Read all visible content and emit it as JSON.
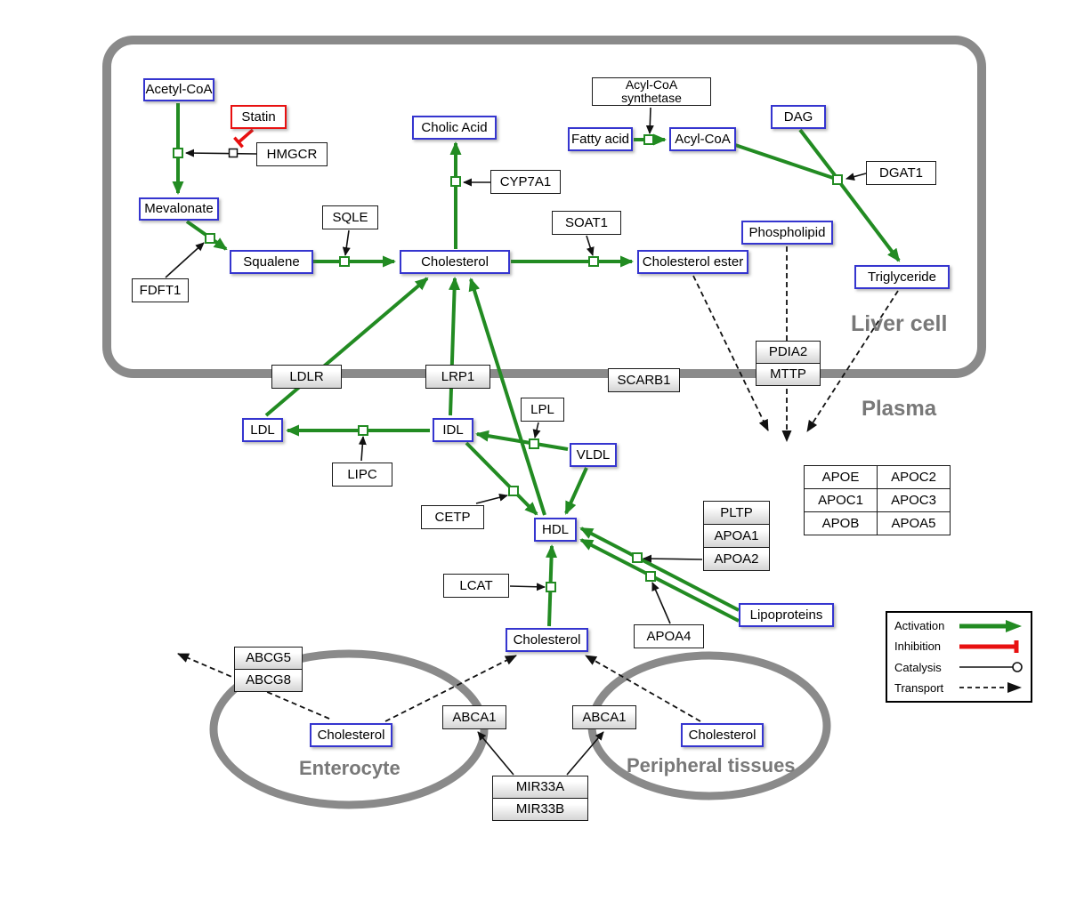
{
  "compartments": {
    "liver_cell": "Liver cell",
    "plasma": "Plasma",
    "enterocyte": "Enterocyte",
    "peripheral_tissues": "Peripheral tissues"
  },
  "nodes": {
    "acetyl_coa": "Acetyl-CoA",
    "statin": "Statin",
    "hmgcr": "HMGCR",
    "mevalonate": "Mevalonate",
    "fdft1": "FDFT1",
    "squalene": "Squalene",
    "sqle": "SQLE",
    "cholesterol_liver": "Cholesterol",
    "cholic_acid": "Cholic Acid",
    "cyp7a1": "CYP7A1",
    "soat1": "SOAT1",
    "cholesterol_ester": "Cholesterol ester",
    "acyl_coa_synthetase": "Acyl-CoA synthetase",
    "fatty_acid": "Fatty acid",
    "acyl_coa": "Acyl-CoA",
    "dag": "DAG",
    "dgat1": "DGAT1",
    "phospholipid": "Phospholipid",
    "triglyceride": "Triglyceride",
    "ldlr": "LDLR",
    "lrp1": "LRP1",
    "scarb1": "SCARB1",
    "pdia2": "PDIA2",
    "mttp": "MTTP",
    "ldl": "LDL",
    "idl": "IDL",
    "lipc": "LIPC",
    "lpl": "LPL",
    "vldl": "VLDL",
    "cetp": "CETP",
    "hdl": "HDL",
    "lcat": "LCAT",
    "pltp": "PLTP",
    "apoa1": "APOA1",
    "apoa2": "APOA2",
    "apoa4": "APOA4",
    "lipoproteins": "Lipoproteins",
    "cholesterol_plasma": "Cholesterol",
    "abcg5": "ABCG5",
    "abcg8": "ABCG8",
    "cholesterol_enterocyte": "Cholesterol",
    "abca1_enterocyte": "ABCA1",
    "abca1_peripheral": "ABCA1",
    "cholesterol_peripheral": "Cholesterol",
    "mir33a": "MIR33A",
    "mir33b": "MIR33B"
  },
  "apo_table": {
    "rows": [
      [
        "APOE",
        "APOC2"
      ],
      [
        "APOC1",
        "APOC3"
      ],
      [
        "APOB",
        "APOA5"
      ]
    ]
  },
  "legend": {
    "activation": "Activation",
    "inhibition": "Inhibition",
    "catalysis": "Catalysis",
    "transport": "Transport"
  },
  "colors": {
    "activation": "#228B22",
    "inhibition": "#E81010",
    "metabolite_border": "#3535CF",
    "membrane": "#8A8A8A",
    "compartment_label": "#787878"
  }
}
